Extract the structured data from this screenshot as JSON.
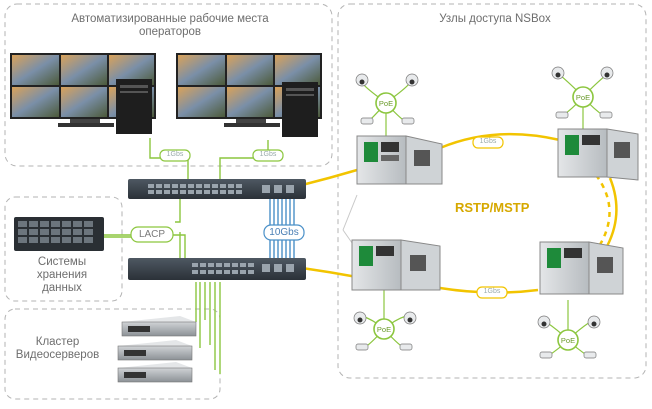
{
  "groups": {
    "operators": "Автоматизированные рабочие места операторов",
    "nodes": "Узлы доступа NSBox",
    "storage": "Системы хранения данных",
    "cluster": "Кластер Видеосерверов"
  },
  "links": {
    "lacp": "LACP",
    "tengb": "10Gbs",
    "onegb": "1Gbs",
    "ring": "RSTP/MSTP",
    "poe": "PoE"
  },
  "colors": {
    "green": "#8cc63f",
    "yellow": "#f2c400",
    "dashed_border": "#b3b3b3",
    "blue": "#4a90c8"
  }
}
